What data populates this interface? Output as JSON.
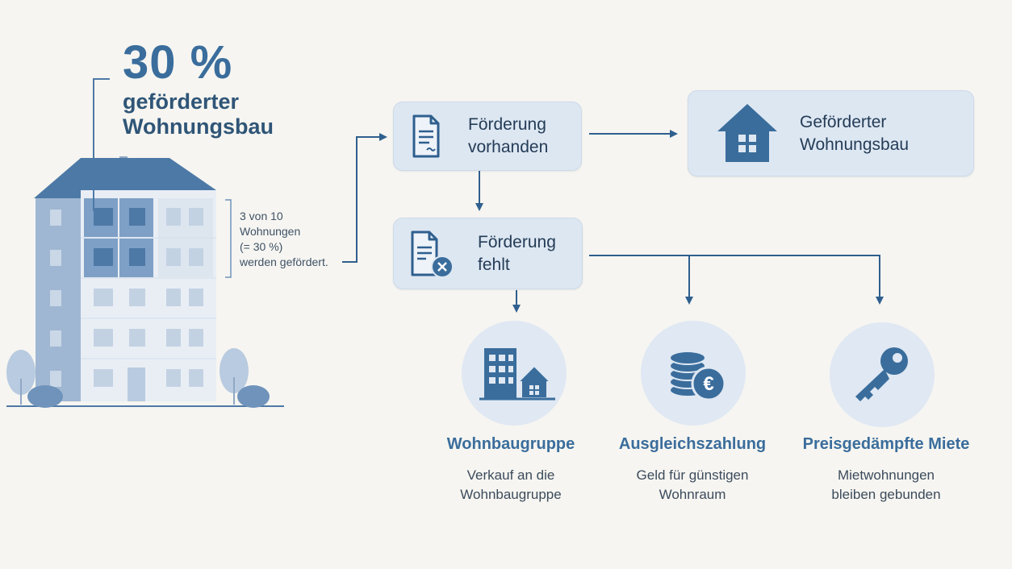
{
  "headline": {
    "percent": "30 %",
    "line1": "geförderter",
    "line2": "Wohnungsbau"
  },
  "note": {
    "line1": "3 von 10",
    "line2": "Wohnungen",
    "line3": "(= 30 %)",
    "line4": "werden gefördert."
  },
  "boxes": {
    "foerderung_vorhanden": {
      "line1": "Förderung",
      "line2": "vorhanden"
    },
    "geforderter_wohnungsbau": {
      "line1": "Geförderter",
      "line2": "Wohnungsbau"
    },
    "foerderung_fehlt": {
      "line1": "Förderung",
      "line2": "fehlt"
    }
  },
  "options": [
    {
      "title": "Wohnbaugruppe",
      "desc1": "Verkauf an die",
      "desc2": "Wohnbaugruppe",
      "icon": "buildings-icon"
    },
    {
      "title": "Ausgleichszahlung",
      "desc1": "Geld für günstigen",
      "desc2": "Wohnraum",
      "icon": "euro-coins-icon"
    },
    {
      "title": "Preisgedämpfte Miete",
      "desc1": "Mietwohnungen",
      "desc2": "bleiben gebunden",
      "icon": "key-icon"
    }
  ],
  "colors": {
    "accent": "#3a6d9c",
    "box": "#dde7f2",
    "arrow": "#2f5f8e"
  }
}
